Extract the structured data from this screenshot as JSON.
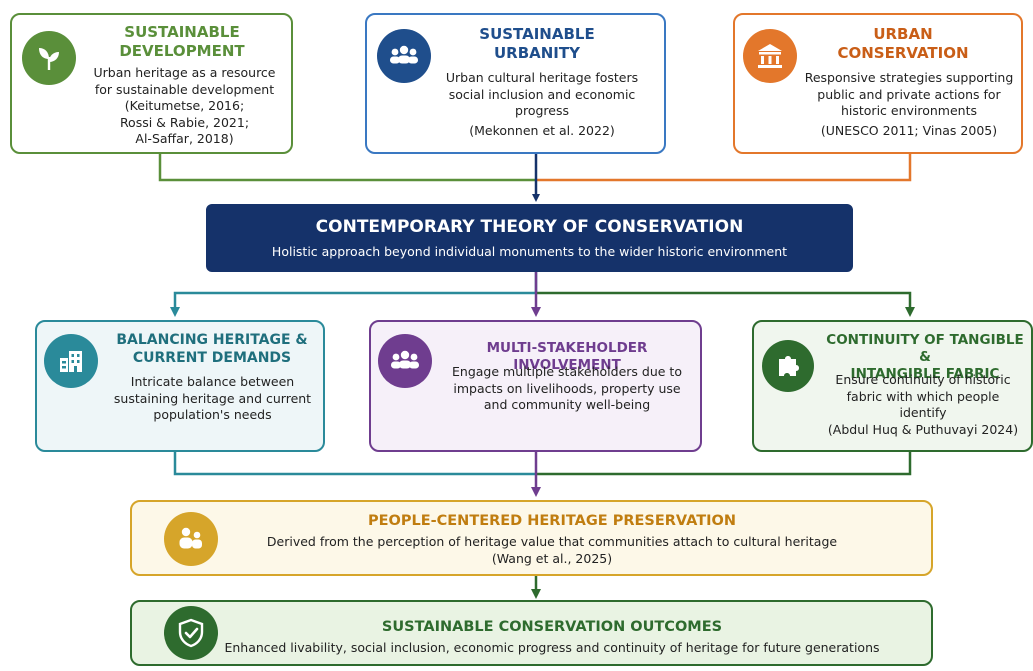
{
  "colors": {
    "green": "#5a8f3a",
    "blue": "#3a78c2",
    "orange": "#e3772b",
    "navy": "#15326a",
    "teal": "#2a8a9a",
    "purple": "#6f3d8f",
    "dark_green": "#2e6b2e",
    "gold": "#d6a52a"
  },
  "top": [
    {
      "title": "SUSTAINABLE\nDEVELOPMENT",
      "text": "Urban heritage as a resource\nfor sustainable development\n(Keitumetse, 2016;\nRossi & Rabie, 2021;\nAl-Saffar, 2018)",
      "icon": "leaf-icon"
    },
    {
      "title": "SUSTAINABLE\nURBANITY",
      "text": "Urban cultural heritage fosters\nsocial inclusion and economic\nprogress",
      "citation": "(Mekonnen et al. 2022)",
      "icon": "people-group-icon"
    },
    {
      "title": "URBAN\nCONSERVATION",
      "text": "Responsive strategies supporting\npublic and private actions for\nhistoric environments",
      "citation": "(UNESCO 2011; Vinas 2005)",
      "icon": "museum-icon"
    }
  ],
  "theory": {
    "title": "CONTEMPORARY THEORY OF CONSERVATION",
    "subtitle": "Holistic approach beyond individual monuments to the wider historic environment"
  },
  "middle": [
    {
      "title": "BALANCING HERITAGE &\nCURRENT DEMANDS",
      "text": "Intricate balance between\nsustaining heritage and current\npopulation's needs",
      "icon": "buildings-icon"
    },
    {
      "title": "MULTI-STAKEHOLDER INVOLVEMENT",
      "text": "Engage multiple stakeholders due to\nimpacts on livelihoods, property use\nand community well-being",
      "icon": "people-group-icon"
    },
    {
      "title": "CONTINUITY OF TANGIBLE &\nINTANGIBLE FABRIC",
      "text": "Ensure continuity of historic\nfabric with which people\nidentify\n(Abdul Huq & Puthuvayi 2024)",
      "icon": "puzzle-icon"
    }
  ],
  "people": {
    "title": "PEOPLE-CENTERED HERITAGE PRESERVATION",
    "text": "Derived from the perception of heritage value that communities attach to cultural heritage\n(Wang et al., 2025)",
    "icon": "family-icon"
  },
  "outcomes": {
    "title": "SUSTAINABLE CONSERVATION OUTCOMES",
    "text": "Enhanced livability, social inclusion, economic progress and continuity of heritage for future generations",
    "icon": "shield-check-icon"
  }
}
